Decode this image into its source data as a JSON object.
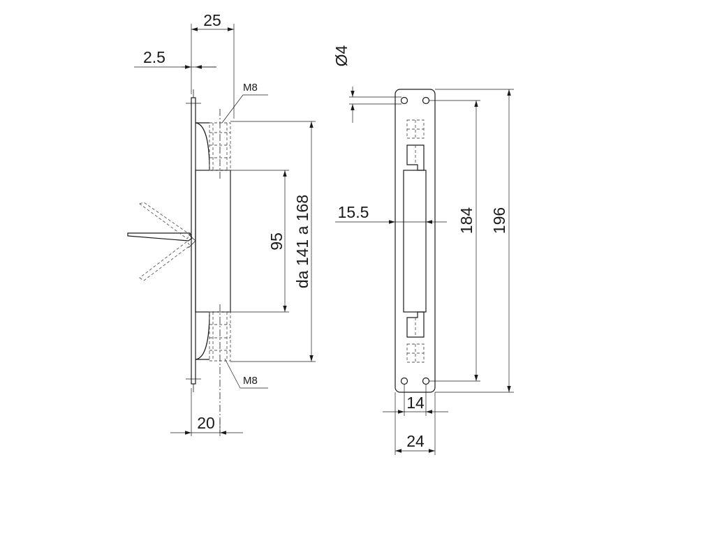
{
  "side_view": {
    "dim_top": "25",
    "dim_plate": "2.5",
    "dim_bottom": "20",
    "dim_inner": "95",
    "dim_range": "da 141 a 168",
    "thread_top": "M8",
    "thread_bottom": "M8"
  },
  "front_view": {
    "dim_hole": "Ø4",
    "dim_slot": "15.5",
    "dim_holes_span": "184",
    "dim_length": "196",
    "dim_hole_spacing": "14",
    "dim_width": "24"
  }
}
